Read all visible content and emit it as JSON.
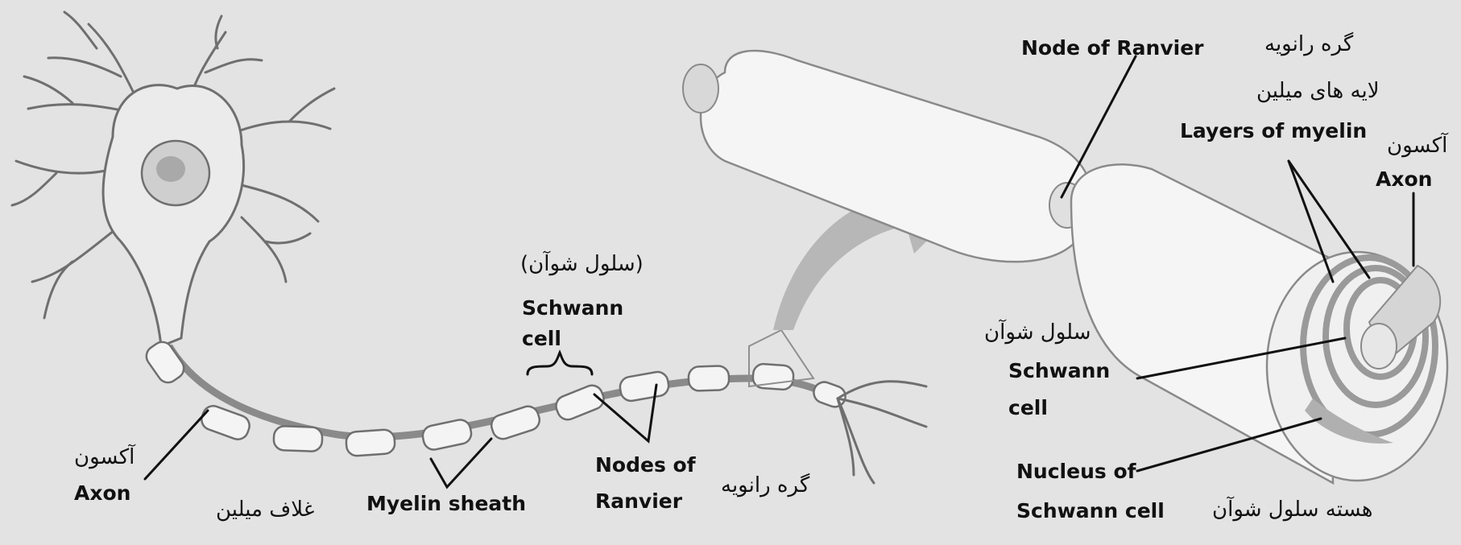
{
  "colors": {
    "background": "#e3e3e3",
    "cell": "#f4f4f4",
    "outline": "#6f6f6f",
    "arrow": "#b7b7b7",
    "text": "#111111"
  },
  "labels": {
    "node_of_ranvier_top_en": "Node of Ranvier",
    "node_of_ranvier_top_fa": "گره رانویه",
    "layers_of_myelin_fa": "لایه های میلین",
    "layers_of_myelin_en": "Layers of myelin",
    "axon_right_fa": "آکسون",
    "axon_right_en": "Axon",
    "schwann_cell_left_fa": "(سلول شوآن)",
    "schwann_cell_left_en_1": "Schwann",
    "schwann_cell_left_en_2": "cell",
    "schwann_cell_right_fa": "سلول شوآن",
    "schwann_cell_right_en_1": "Schwann",
    "schwann_cell_right_en_2": "cell",
    "axon_left_fa": "آکسون",
    "axon_left_en": "Axon",
    "myelin_sheath_fa": "غلاف میلین",
    "myelin_sheath_en": "Myelin sheath",
    "nodes_of_ranvier_en_1": "Nodes of",
    "nodes_of_ranvier_en_2": "Ranvier",
    "nodes_of_ranvier_fa": "گره رانویه",
    "nucleus_en_1": "Nucleus of",
    "nucleus_en_2": "Schwann cell",
    "nucleus_fa": "هسته سلول شوآن"
  }
}
